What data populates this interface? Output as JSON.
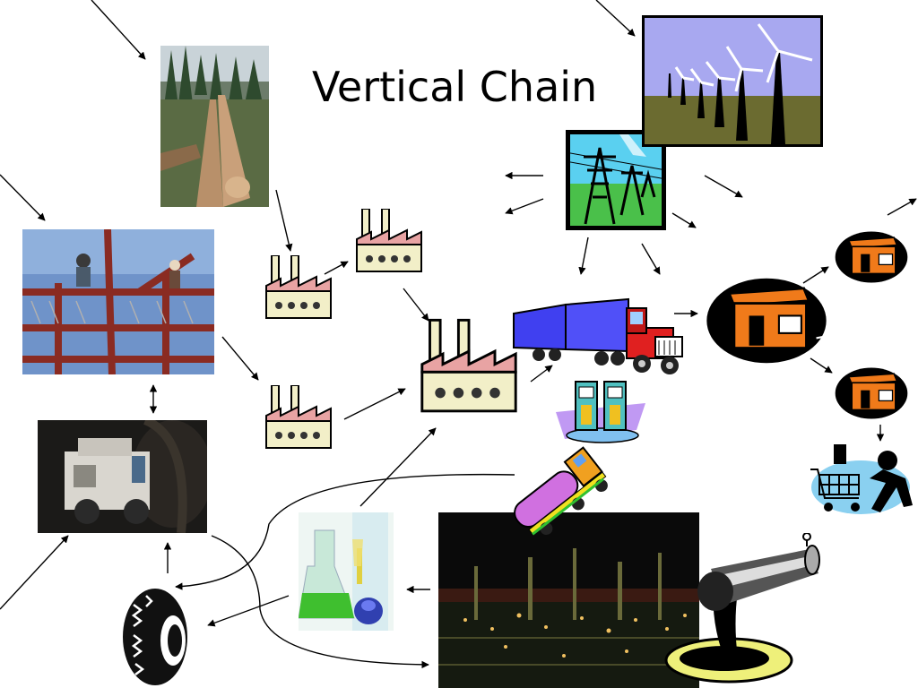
{
  "slide": {
    "title": "Vertical Chain"
  },
  "colors": {
    "background": "#ffffff",
    "arrow": "#000000",
    "factory_roof": "#e8a3a3",
    "factory_body": "#f2efc8",
    "store_orange": "#f07a1a",
    "truck_blue": "#3d3df0",
    "truck_red": "#e02020",
    "night_sky": "#101010",
    "sky_blue": "#a8a8f0",
    "field_olive": "#6b6b30"
  },
  "nodes": [
    {
      "id": "logging-photo",
      "icon": "logging-icon"
    },
    {
      "id": "construction-photo",
      "icon": "steel-frame-icon"
    },
    {
      "id": "mining-photo",
      "icon": "mining-vehicle-icon"
    },
    {
      "id": "tire",
      "icon": "tire-icon"
    },
    {
      "id": "chemicals-photo",
      "icon": "flask-icon"
    },
    {
      "id": "refinery-photo",
      "icon": "refinery-icon"
    },
    {
      "id": "oil-pipeline",
      "icon": "oil-pipe-icon"
    },
    {
      "id": "tanker-truck",
      "icon": "tanker-truck-icon"
    },
    {
      "id": "gas-station",
      "icon": "gas-pump-icon"
    },
    {
      "id": "semi-truck",
      "icon": "semi-truck-icon"
    },
    {
      "id": "factory-small-left",
      "icon": "factory-icon"
    },
    {
      "id": "factory-small-top",
      "icon": "factory-icon"
    },
    {
      "id": "factory-small-bottom",
      "icon": "factory-icon"
    },
    {
      "id": "factory-large",
      "icon": "factory-icon"
    },
    {
      "id": "power-lines",
      "icon": "power-tower-icon"
    },
    {
      "id": "wind-farm",
      "icon": "wind-turbine-icon"
    },
    {
      "id": "store-large",
      "icon": "store-icon"
    },
    {
      "id": "store-top",
      "icon": "store-icon"
    },
    {
      "id": "store-bottom",
      "icon": "store-icon"
    },
    {
      "id": "shopper",
      "icon": "shopping-cart-icon"
    }
  ]
}
